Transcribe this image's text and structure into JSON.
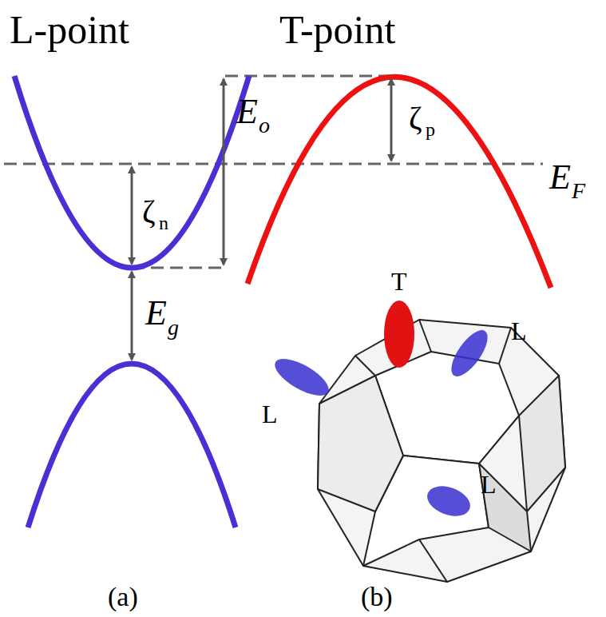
{
  "diagram": {
    "labels": [
      "L-point",
      "T-point",
      "E",
      "o",
      "ζ",
      "p",
      "E",
      "F",
      "ζ",
      "n",
      "E",
      "g",
      "T",
      "L",
      "L",
      "L",
      "(a)",
      "(b)"
    ]
  }
}
